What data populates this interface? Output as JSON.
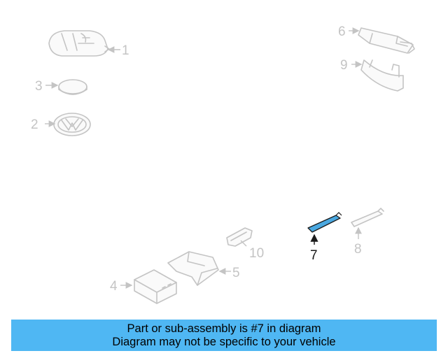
{
  "callouts": {
    "c1": "1",
    "c2": "2",
    "c3": "3",
    "c4": "4",
    "c5": "5",
    "c6": "6",
    "c7": "7",
    "c8": "8",
    "c9": "9",
    "c10": "10"
  },
  "highlighted_part": "7",
  "colors": {
    "highlight_part": "#4aa8e0",
    "inactive_lines": "#c4c4c4",
    "banner": "#4fb7f3"
  },
  "banner": {
    "line1": "Part or sub-assembly is #7 in diagram",
    "line2": "Diagram may not be specific to your vehicle"
  }
}
